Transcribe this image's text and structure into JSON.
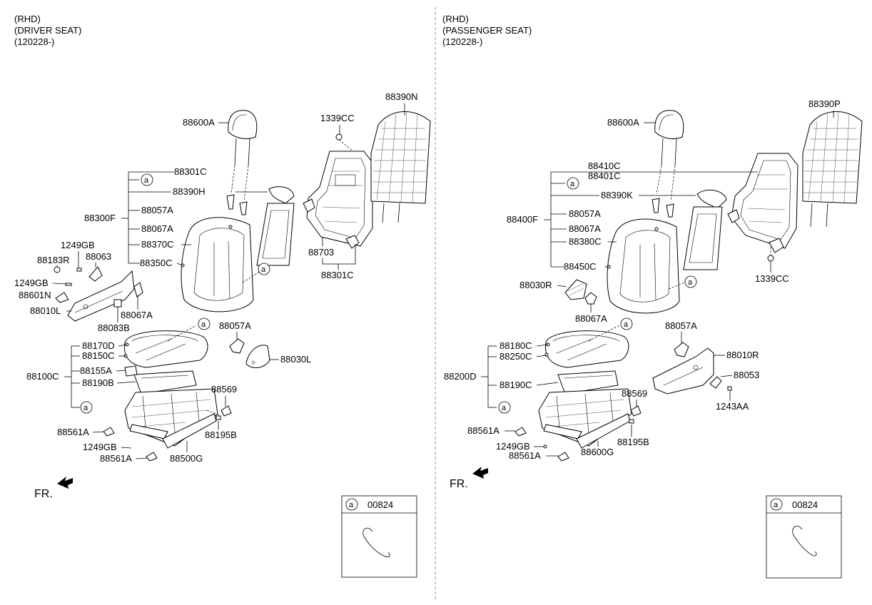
{
  "left_panel": {
    "header": [
      "(RHD)",
      "(DRIVER SEAT)",
      "(120228-)"
    ],
    "front_label": "FR.",
    "callout_letter": "a",
    "callout_part": "00824",
    "labels": {
      "headrest": "88600A",
      "back_frame_bolt": "1339CC",
      "back_board": "88390N",
      "back_group_a": "88301C",
      "back_foam_trim": "88390H",
      "back_assy": "88300F",
      "bracket_a": "88057A",
      "back_bracket": "88067A",
      "back_cover": "88370C",
      "back_pad": "88350C",
      "frame_part": "88703",
      "frame_assy": "88301C",
      "screw_top": "1249GB",
      "rear_clip": "88183R",
      "knob": "88063",
      "screw_side": "1249GB",
      "lever": "88601N",
      "side_cover": "88010L",
      "switch_small": "88083B",
      "bracket_b": "88067A",
      "cushion_cover": "88170D",
      "cushion_pad": "88150C",
      "heater_unit": "88155A",
      "cushion_assy": "88100C",
      "cushion_base": "88190B",
      "hook_lbl": "a",
      "bracket_c": "88057A",
      "side_shield": "88030L",
      "clip_right": "88569",
      "rail_left": "88561A",
      "bolt_right": "88195B",
      "screw_bottom": "1249GB",
      "rail_bottom": "88561A",
      "track_assy": "88500G"
    }
  },
  "right_panel": {
    "header": [
      "(RHD)",
      "(PASSENGER SEAT)",
      "(120228-)"
    ],
    "front_label": "FR.",
    "callout_letter": "a",
    "callout_part": "00824",
    "labels": {
      "headrest": "88600A",
      "back_board": "88390P",
      "group_top": "88410C",
      "group_top2": "88401C",
      "back_foam_trim": "88390K",
      "back_assy": "88400F",
      "bracket_a": "88057A",
      "back_bracket": "88067A",
      "back_cover": "88380C",
      "back_pad": "88450C",
      "frame_bolt": "1339CC",
      "side_shield": "88030R",
      "bracket_b": "88067A",
      "cushion_cover": "88180C",
      "cushion_pad": "88250C",
      "cushion_assy": "88200D",
      "cushion_base": "88190C",
      "bracket_c": "88057A",
      "side_cover": "88010R",
      "knob": "88053",
      "screw_side": "1243AA",
      "clip_right": "88569",
      "rail_left": "88561A",
      "bolt_right": "88195B",
      "screw_bottom": "1249GB",
      "rail_bottom": "88561A",
      "track_assy": "88600G"
    }
  }
}
